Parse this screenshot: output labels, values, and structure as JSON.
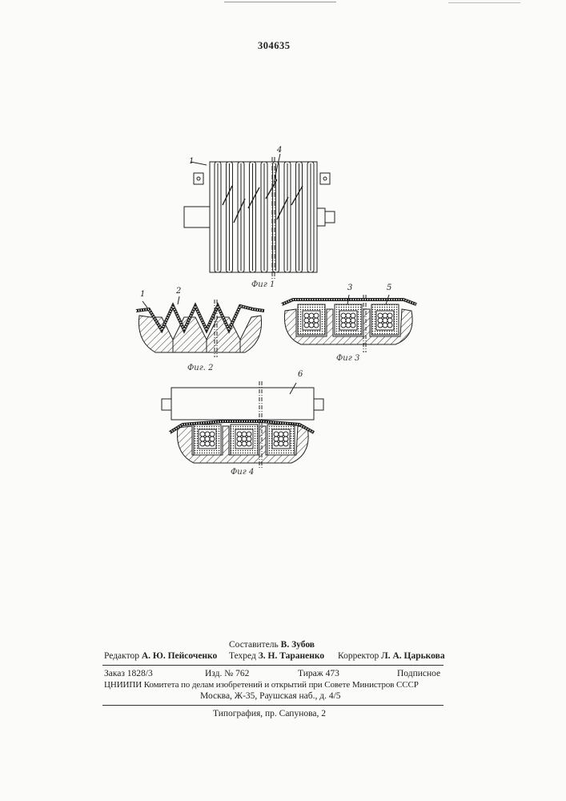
{
  "header": {
    "patent_number": "304635"
  },
  "figures": {
    "fig1": {
      "caption": "Фиг 1",
      "numbers": [
        "1",
        "4"
      ]
    },
    "fig2": {
      "caption": "Фиг. 2",
      "numbers": [
        "1",
        "2"
      ]
    },
    "fig3": {
      "caption": "Фиг 3",
      "numbers": [
        "3",
        "5"
      ]
    },
    "fig4": {
      "caption": "Фиг 4",
      "numbers": [
        "6"
      ]
    }
  },
  "colophon": {
    "compiler_label": "Составитель",
    "compiler_name": "В. Зубов",
    "editor_label": "Редактор",
    "editor_name": "А. Ю. Пейсоченко",
    "techred_label": "Техред",
    "techred_name": "З. Н. Тараненко",
    "corrector_label": "Корректор",
    "corrector_name": "Л. А. Царькова",
    "order": "Заказ 1828/3",
    "edition": "Изд. № 762",
    "print_run": "Тираж 473",
    "subscription": "Подписное",
    "institute": "ЦНИИПИ Комитета по делам изобретений и открытий при Совете Министров СССР",
    "address": "Москва, Ж-35, Раушская наб., д. 4/5",
    "printing": "Типография, пр. Сапунова, 2"
  }
}
